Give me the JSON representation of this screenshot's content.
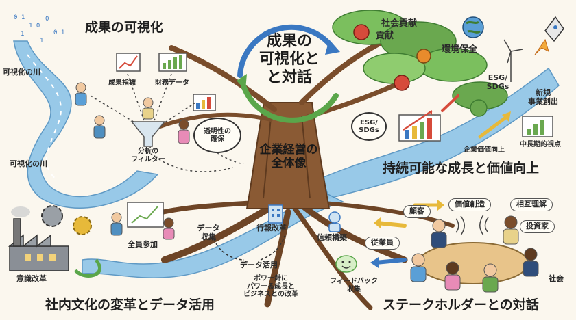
{
  "center": {
    "line1": "成果の",
    "line2": "可視化と",
    "line3": "と対話"
  },
  "trunk": {
    "line1": "企業経営の",
    "line2": "全体像"
  },
  "visualization": {
    "title": "成果の可視化",
    "river1": "可視化の川",
    "river2": "可視化の川",
    "kpi": "成果指標",
    "finance": "財務データ",
    "filter_l1": "分析の",
    "filter_l2": "フィルター",
    "transparency_l1": "透明性の",
    "transparency_l2": "確保"
  },
  "growth": {
    "title": "持続可能な成長と価値向上",
    "social1": "社会貢献",
    "social2": "貢献",
    "environment": "環境保全",
    "esg1_l1": "ESG/",
    "esg1_l2": "SDGs",
    "esg2_l1": "ESG/",
    "esg2_l2": "SDGs",
    "newbiz_l1": "新規",
    "newbiz_l2": "事業創出",
    "value_up": "企業価値向上",
    "midlong": "中長期的視点"
  },
  "culture": {
    "title": "社内文化の変革とデータ活用",
    "awareness": "意識改革",
    "participation": "全員参加",
    "collect_l1": "データ",
    "collect_l2": "収集",
    "admin_reform": "行報改革",
    "data_use": "データ活用",
    "powerful_l1": "ポワー針に",
    "powerful_l2": "パワーる成長と",
    "powerful_l3": "ビジネスとの改革"
  },
  "stakeholder": {
    "title": "ステークホルダーとの対話",
    "trust": "信頼構築",
    "customer": "顧客",
    "value_creation": "価値創造",
    "mutual": "相互理解",
    "investor": "投資家",
    "employee": "従業員",
    "society": "社会",
    "feedback_l1": "フィードバック",
    "feedback_l2": "収集"
  },
  "colors": {
    "river": "#8ec5e8",
    "river_dark": "#4f8fc0",
    "trunk": "#8a5a34",
    "trunk_dark": "#5e3a1f",
    "leaf": "#6aa84f",
    "leaf_dark": "#3f7d32",
    "arrow_blue": "#3a78c2",
    "arrow_green": "#5aa64a",
    "arrow_yellow": "#e7b93a"
  }
}
